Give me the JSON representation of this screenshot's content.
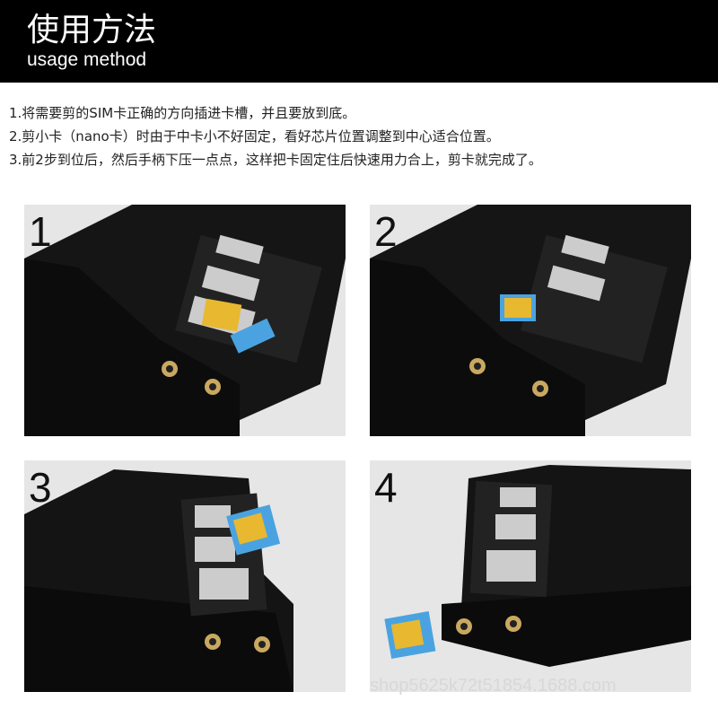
{
  "header": {
    "title": "使用方法",
    "subtitle": "usage method"
  },
  "steps": [
    "1.将需要剪的SIM卡正确的方向插进卡槽，并且要放到底。",
    "2.剪小卡（nano卡）时由于中卡小不好固定，看好芯片位置调整到中心适合位置。",
    "3.前2步到位后，然后手柄下压一点点，这样把卡固定住后快速用力合上，剪卡就完成了。"
  ],
  "panels": [
    {
      "number": "1"
    },
    {
      "number": "2"
    },
    {
      "number": "3"
    },
    {
      "number": "4"
    }
  ],
  "watermark": "shop5625k72t51854.1688.com",
  "colors": {
    "header_bg": "#000000",
    "panel_bg": "#e6e6e6",
    "chip": "#e8b830",
    "card": "#4aa3e0"
  }
}
